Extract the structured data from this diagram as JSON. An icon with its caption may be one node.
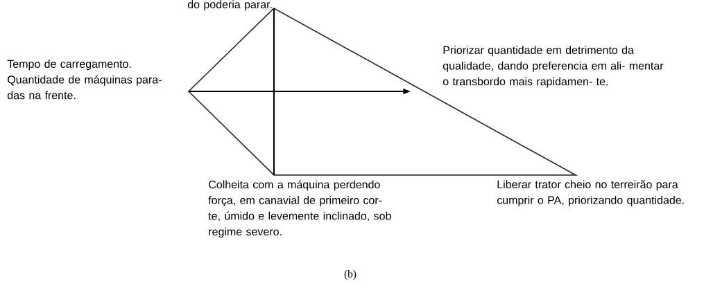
{
  "diagram": {
    "caption": "(b)",
    "labels": [
      "do poderia parar.",
      "Tempo de carregamento. Quantidade de máquinas para- das na frente.",
      "Priorizar quantidade em detrimento da qualidade, dando preferencia em ali- mentar o transbordo mais rapidamen- te.",
      "Colheita com a máquina perdendo força, em canavial de primeiro cor- te, úmido e levemente inclinado, sob regime severo.",
      "Liberar trator cheio no terreirão para cumprir o PA, priorizando quantidade."
    ]
  }
}
